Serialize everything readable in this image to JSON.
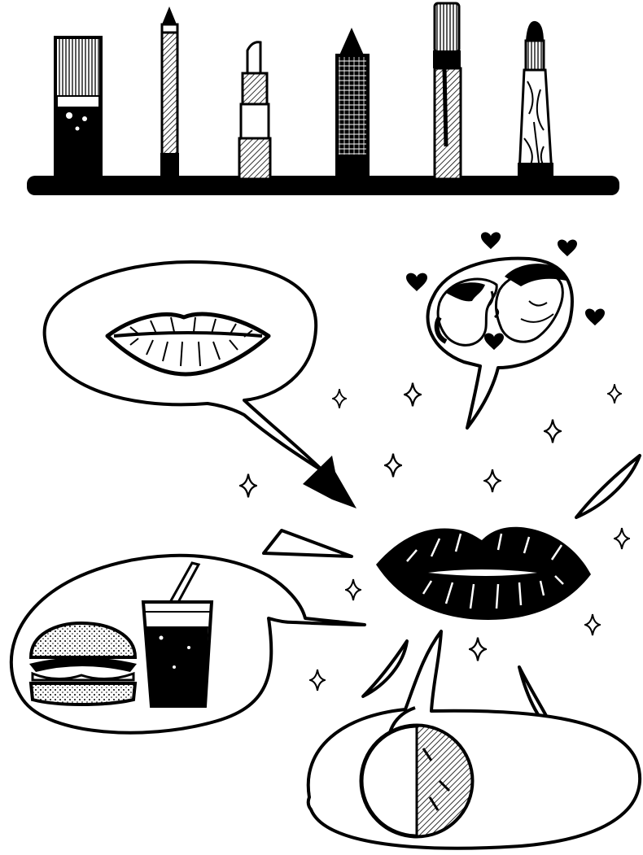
{
  "illustration": {
    "style": "black ink line drawing on white",
    "colors": {
      "ink": "#000000",
      "paper": "#ffffff"
    },
    "shelf": {
      "items": [
        {
          "name": "mascara-tube-icon"
        },
        {
          "name": "lip-liner-pencil-icon"
        },
        {
          "name": "lipstick-tube-icon"
        },
        {
          "name": "crayon-lipstick-icon"
        },
        {
          "name": "lip-gloss-wand-icon"
        },
        {
          "name": "lip-brush-icon"
        }
      ]
    },
    "central": {
      "icon": "full-lips-icon"
    },
    "thought_bubbles": [
      {
        "name": "lips-outline-bubble",
        "icon": "lips-outline-icon"
      },
      {
        "name": "kissing-couple-bubble",
        "icon": "kissing-couple-icon",
        "decoration": "heart-icons"
      },
      {
        "name": "fast-food-bubble",
        "icons": [
          "burger-icon",
          "soda-cup-icon"
        ]
      },
      {
        "name": "moon-phase-bubble",
        "icon": "half-moon-icon"
      }
    ],
    "decorations": [
      "sparkle-icons",
      "motion-stroke-icons"
    ]
  }
}
